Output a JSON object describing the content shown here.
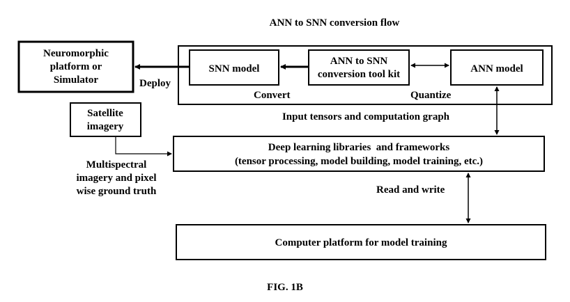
{
  "title": "ANN to SNN conversion flow",
  "figure_label": "FIG. 1B",
  "boxes": {
    "neuromorphic": [
      "Neuromorphic",
      "platform or",
      "Simulator"
    ],
    "snn_model": [
      "SNN model"
    ],
    "toolkit": [
      "ANN to SNN",
      "conversion tool kit"
    ],
    "ann_model": [
      "ANN model"
    ],
    "satellite": [
      "Satellite",
      "imagery"
    ],
    "dl_libraries": [
      "Deep learning libraries  and frameworks",
      "(tensor processing, model building, model training, etc.)"
    ],
    "computer_platform": [
      "Computer platform for model training"
    ]
  },
  "labels": {
    "deploy": "Deploy",
    "convert": "Convert",
    "quantize": "Quantize",
    "input_tensors": "Input tensors and computation graph",
    "multispectral": [
      "Multispectral",
      "imagery and pixel",
      "wise ground truth"
    ],
    "read_write": "Read and write"
  }
}
